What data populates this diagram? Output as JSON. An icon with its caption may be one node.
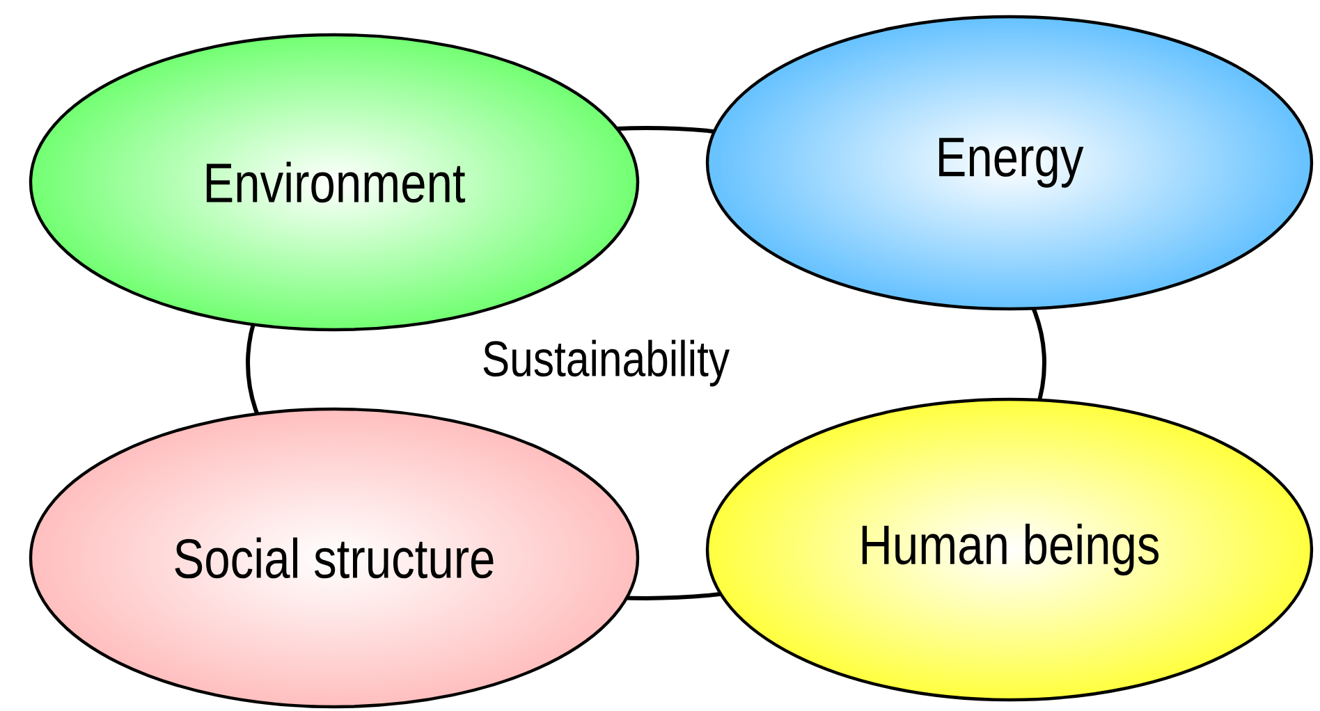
{
  "diagram": {
    "nodes": [
      {
        "text": [
          "Sustainability"
        ]
      },
      {
        "text": [
          "Environment"
        ]
      },
      {
        "text": [
          "Energy"
        ]
      },
      {
        "text": [
          "Social structure"
        ]
      },
      {
        "text": [
          "Human beings"
        ]
      }
    ]
  }
}
